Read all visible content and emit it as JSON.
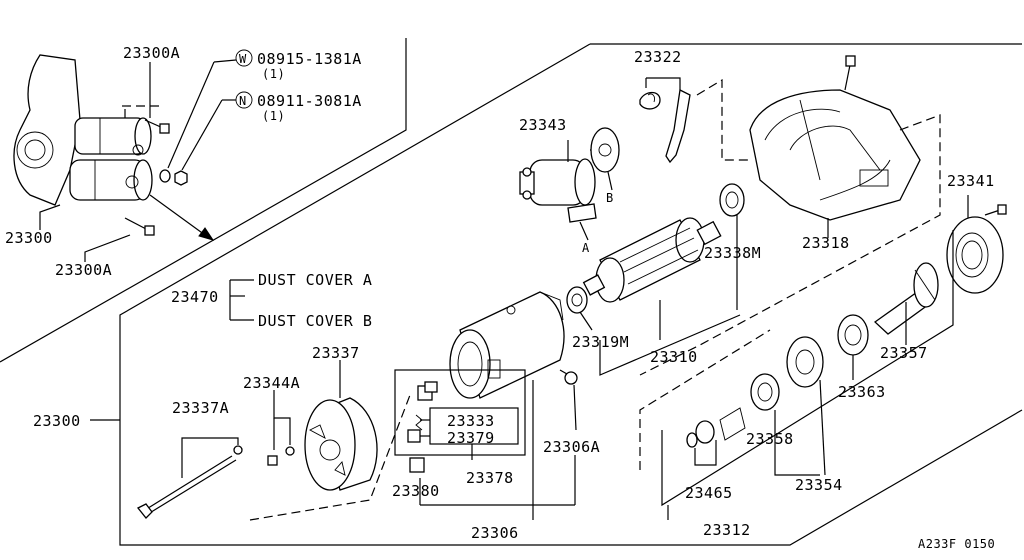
{
  "labels": {
    "p23300A_top": "23300A",
    "w_code": "08915-1381A",
    "w_qty": "(1)",
    "n_code": "08911-3081A",
    "n_qty": "(1)",
    "p23300_inset": "23300",
    "p23300A_bottom": "23300A",
    "p23322": "23322",
    "p23343": "23343",
    "p23341": "23341",
    "p23338M": "23338M",
    "p23318": "23318",
    "p23470": "23470",
    "dust_a": "DUST COVER A",
    "dust_b": "DUST COVER B",
    "p23337": "23337",
    "p23319M": "23319M",
    "p23310": "23310",
    "p23357": "23357",
    "p23344A": "23344A",
    "p23300_main": "23300",
    "p23337A": "23337A",
    "p23333": "23333",
    "p23379": "23379",
    "p23306A": "23306A",
    "p23363": "23363",
    "p23358": "23358",
    "p23378": "23378",
    "p23380": "23380",
    "p23465": "23465",
    "p23354": "23354",
    "p23306": "23306",
    "p23312": "23312",
    "ref_code": "A233F 0150",
    "mark_b": "B",
    "mark_a": "A"
  },
  "circled": {
    "w": "W",
    "n": "N"
  }
}
